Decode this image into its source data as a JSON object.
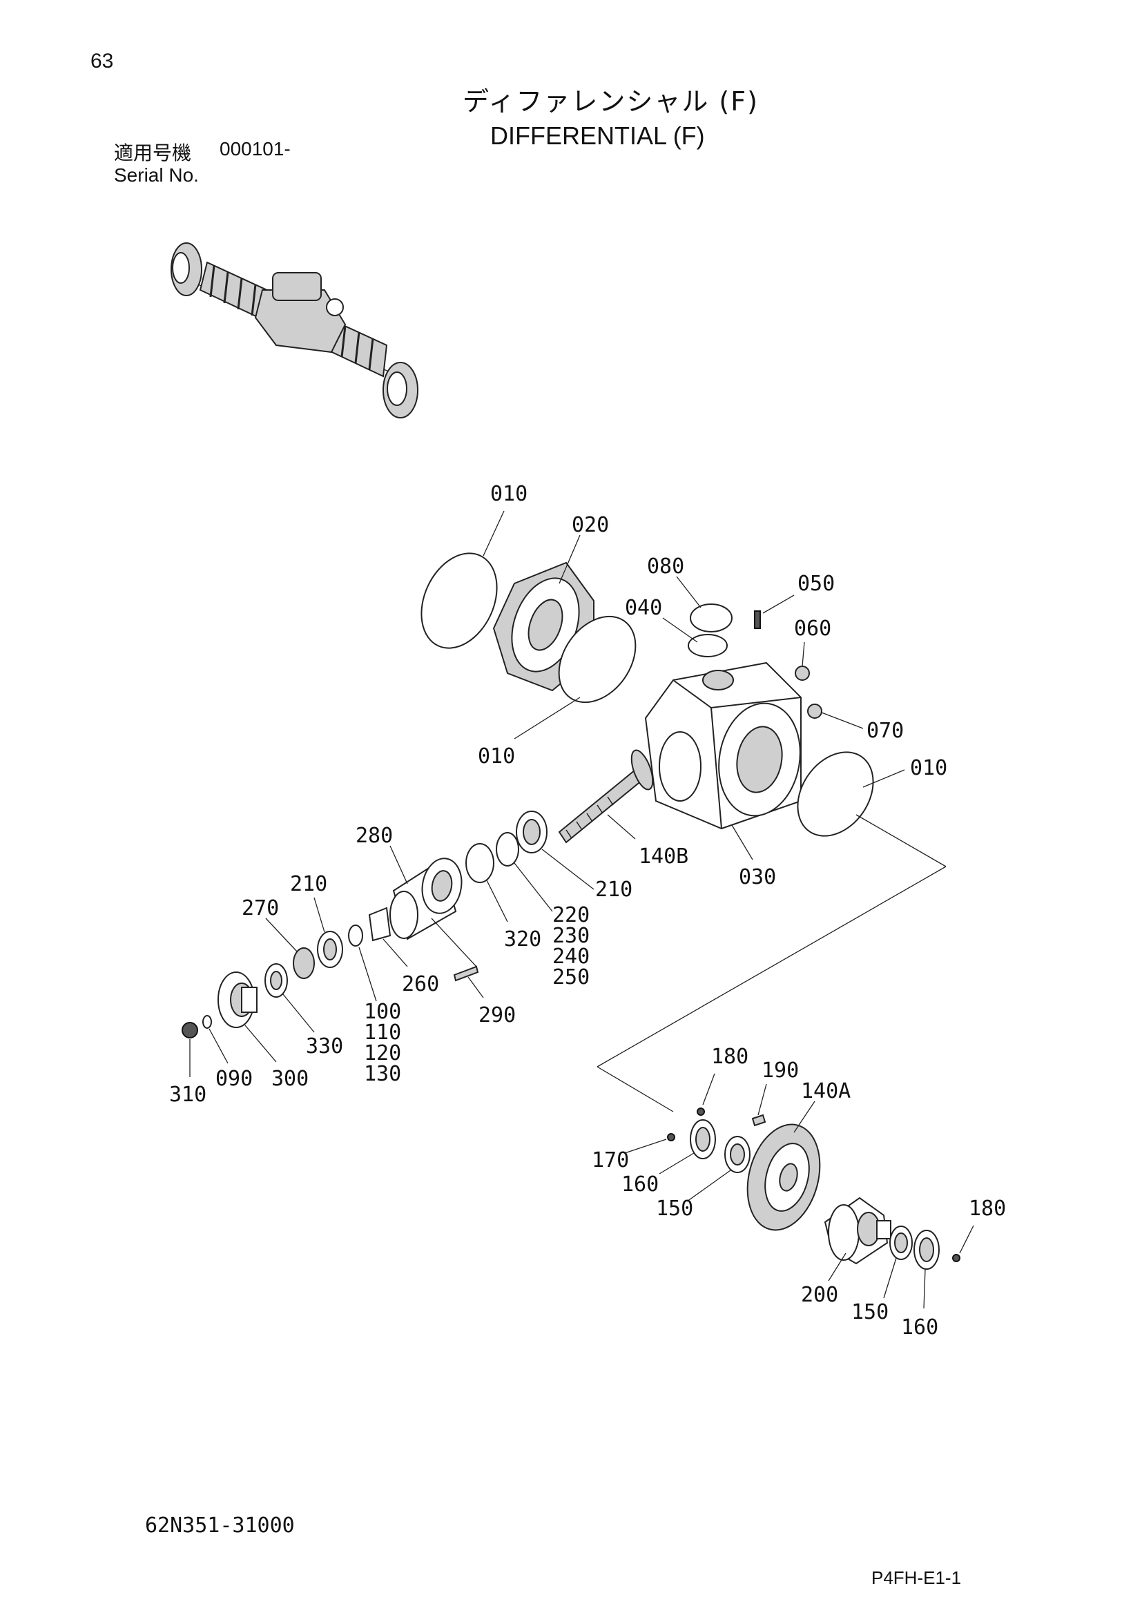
{
  "page_number": "63",
  "title_ja": "ディファレンシャル (F)",
  "title_en": "DIFFERENTIAL (F)",
  "serial_label_ja": "適用号機",
  "serial_value": "000101-",
  "serial_label_en": "Serial No.",
  "drawing_number": "62N351-31000",
  "page_code": "P4FH-E1-1",
  "part_labels": {
    "p010a": "010",
    "p020": "020",
    "p080": "080",
    "p050": "050",
    "p040": "040",
    "p060": "060",
    "p070": "070",
    "p010b": "010",
    "p010c": "010",
    "p280": "280",
    "p140b": "140B",
    "p030": "030",
    "p210a": "210",
    "p210b": "210",
    "p270": "270",
    "p220": "220",
    "p230": "230",
    "p240": "240",
    "p250": "250",
    "p320": "320",
    "p260": "260",
    "p290": "290",
    "p100": "100",
    "p110": "110",
    "p120": "120",
    "p130": "130",
    "p330": "330",
    "p310": "310",
    "p090": "090",
    "p300": "300",
    "p180a": "180",
    "p190": "190",
    "p140a": "140A",
    "p170": "170",
    "p160a": "160",
    "p150a": "150",
    "p180b": "180",
    "p200": "200",
    "p150b": "150",
    "p160b": "160"
  }
}
